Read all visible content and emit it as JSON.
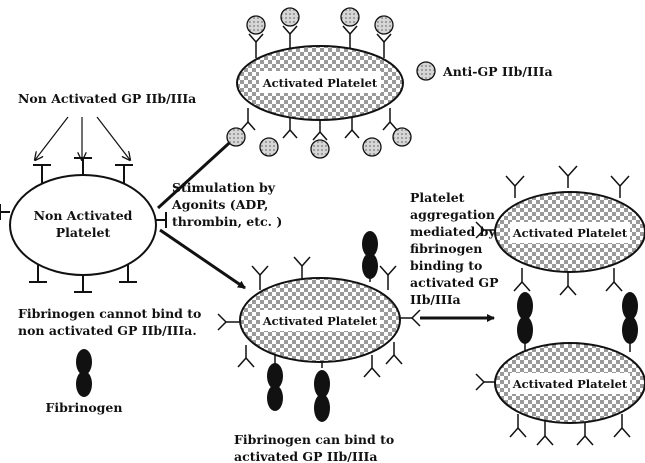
{
  "labels": {
    "non_activated_gp": "Non Activated GP IIb/IIIa",
    "non_activated_platelet_line1": "Non Activated",
    "non_activated_platelet_line2": "Platelet",
    "fibrinogen_cannot_line1": "Fibrinogen cannot bind to",
    "fibrinogen_cannot_line2": "non activated GP IIb/IIIa.",
    "fibrinogen": "Fibrinogen",
    "activated_platelet": "Activated Platelet",
    "anti_gp": "Anti-GP IIb/IIIa",
    "stimulation_line1": "Stimulation by",
    "stimulation_line2": "Agonits (ADP,",
    "stimulation_line3": "thrombin, etc. )",
    "aggregation_line1": "Platelet",
    "aggregation_line2": "aggregation",
    "aggregation_line3": "mediated by",
    "aggregation_line4": "fibrinogen",
    "aggregation_line5": "binding to",
    "aggregation_line6": "activated GP",
    "aggregation_line7": "IIb/IIIa",
    "fibrinogen_can_line1": "Fibrinogen can bind to",
    "fibrinogen_can_line2": "activated GP IIb/IIIa"
  },
  "colors": {
    "ink": "#111111",
    "checker": "#9a9a9a",
    "dots": "#7a7a7a"
  }
}
